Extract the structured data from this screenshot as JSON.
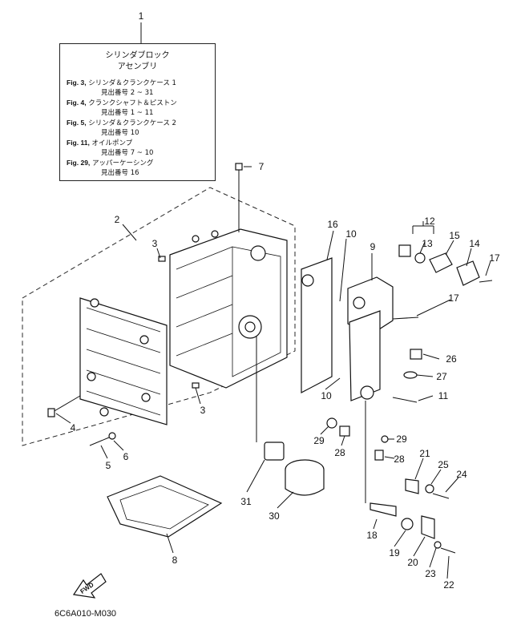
{
  "legend": {
    "title_line1": "シリンダブロック",
    "title_line2": "アセンブリ",
    "entries": [
      {
        "fig": "Fig. 3,",
        "name": "シリンダ＆クランクケース 1",
        "range": "見出番号 2 ~ 31"
      },
      {
        "fig": "Fig. 4,",
        "name": "クランクシャフト＆ピストン",
        "range": "見出番号 1 ~ 11"
      },
      {
        "fig": "Fig. 5,",
        "name": "シリンダ＆クランクケース 2",
        "range": "見出番号 10"
      },
      {
        "fig": "Fig. 11,",
        "name": "オイルポンプ",
        "range": "見出番号 7 ~ 10"
      },
      {
        "fig": "Fig. 29,",
        "name": "アッパーケーシング",
        "range": "見出番号 16"
      }
    ]
  },
  "callouts": {
    "n1": "1",
    "n2": "2",
    "n3a": "3",
    "n3b": "3",
    "n4": "4",
    "n5": "5",
    "n6": "6",
    "n7": "7",
    "n8": "8",
    "n9": "9",
    "n10a": "10",
    "n10b": "10",
    "n11": "11",
    "n12": "12",
    "n13": "13",
    "n14": "14",
    "n15": "15",
    "n16": "16",
    "n17a": "17",
    "n17b": "17",
    "n18": "18",
    "n19": "19",
    "n20": "20",
    "n21": "21",
    "n22": "22",
    "n23": "23",
    "n24": "24",
    "n25": "25",
    "n26": "26",
    "n27": "27",
    "n28a": "28",
    "n28b": "28",
    "n29a": "29",
    "n29b": "29",
    "n30": "30",
    "n31": "31"
  },
  "fwd_label": "FWD",
  "drawing_code": "6C6A010-M030"
}
